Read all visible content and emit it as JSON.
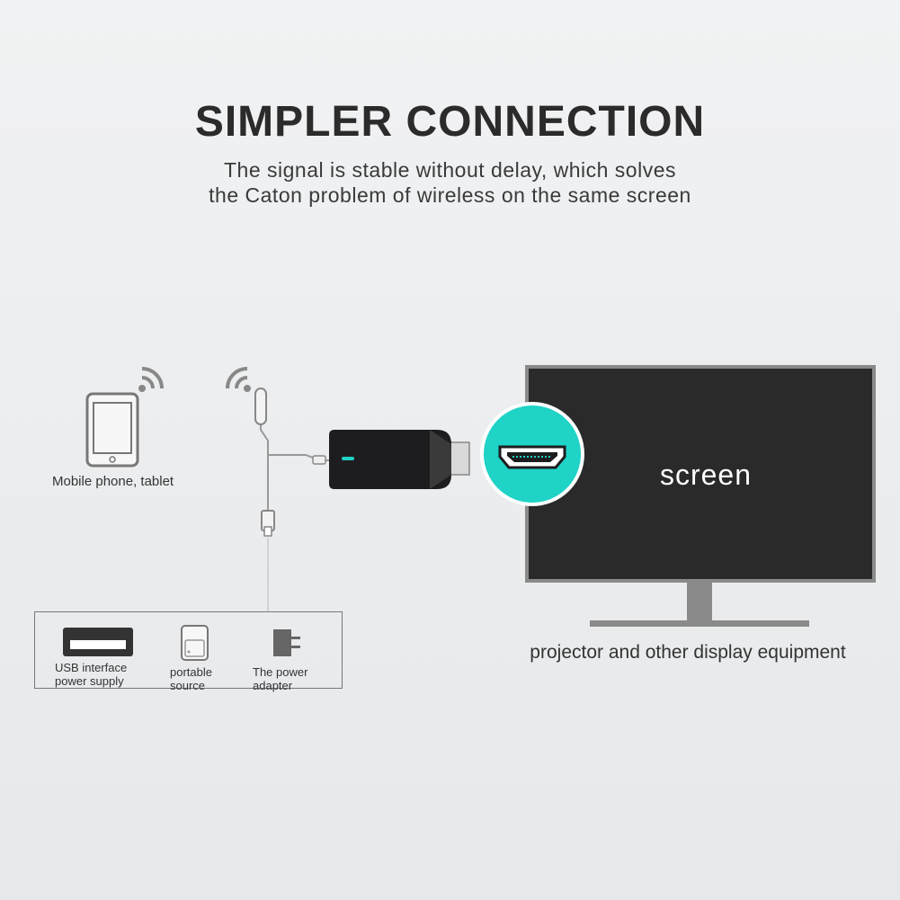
{
  "header": {
    "title": "SIMPLER CONNECTION",
    "subtitle_line1": "The signal is stable without delay, which solves",
    "subtitle_line2": "the Caton problem of wireless on the same screen"
  },
  "source": {
    "label": "Mobile phone, tablet"
  },
  "display": {
    "screen_label": "screen",
    "caption": "projector and other display equipment"
  },
  "power_options": {
    "usb_line1": "USB interface",
    "usb_line2": "power supply",
    "portable_line1": "portable",
    "portable_line2": "source",
    "adapter_line1": "The power",
    "adapter_line2": "adapter"
  },
  "colors": {
    "accent": "#1fd3c6",
    "tv": "#2a2a2a",
    "tv_bezel": "#8a8a8a",
    "background": "#eceef0"
  },
  "icons": [
    "phone-icon",
    "wifi-icon",
    "hdmi-dongle-icon",
    "hdmi-port-icon",
    "usb-port-icon",
    "power-bank-icon",
    "power-adapter-icon",
    "tv-icon"
  ]
}
